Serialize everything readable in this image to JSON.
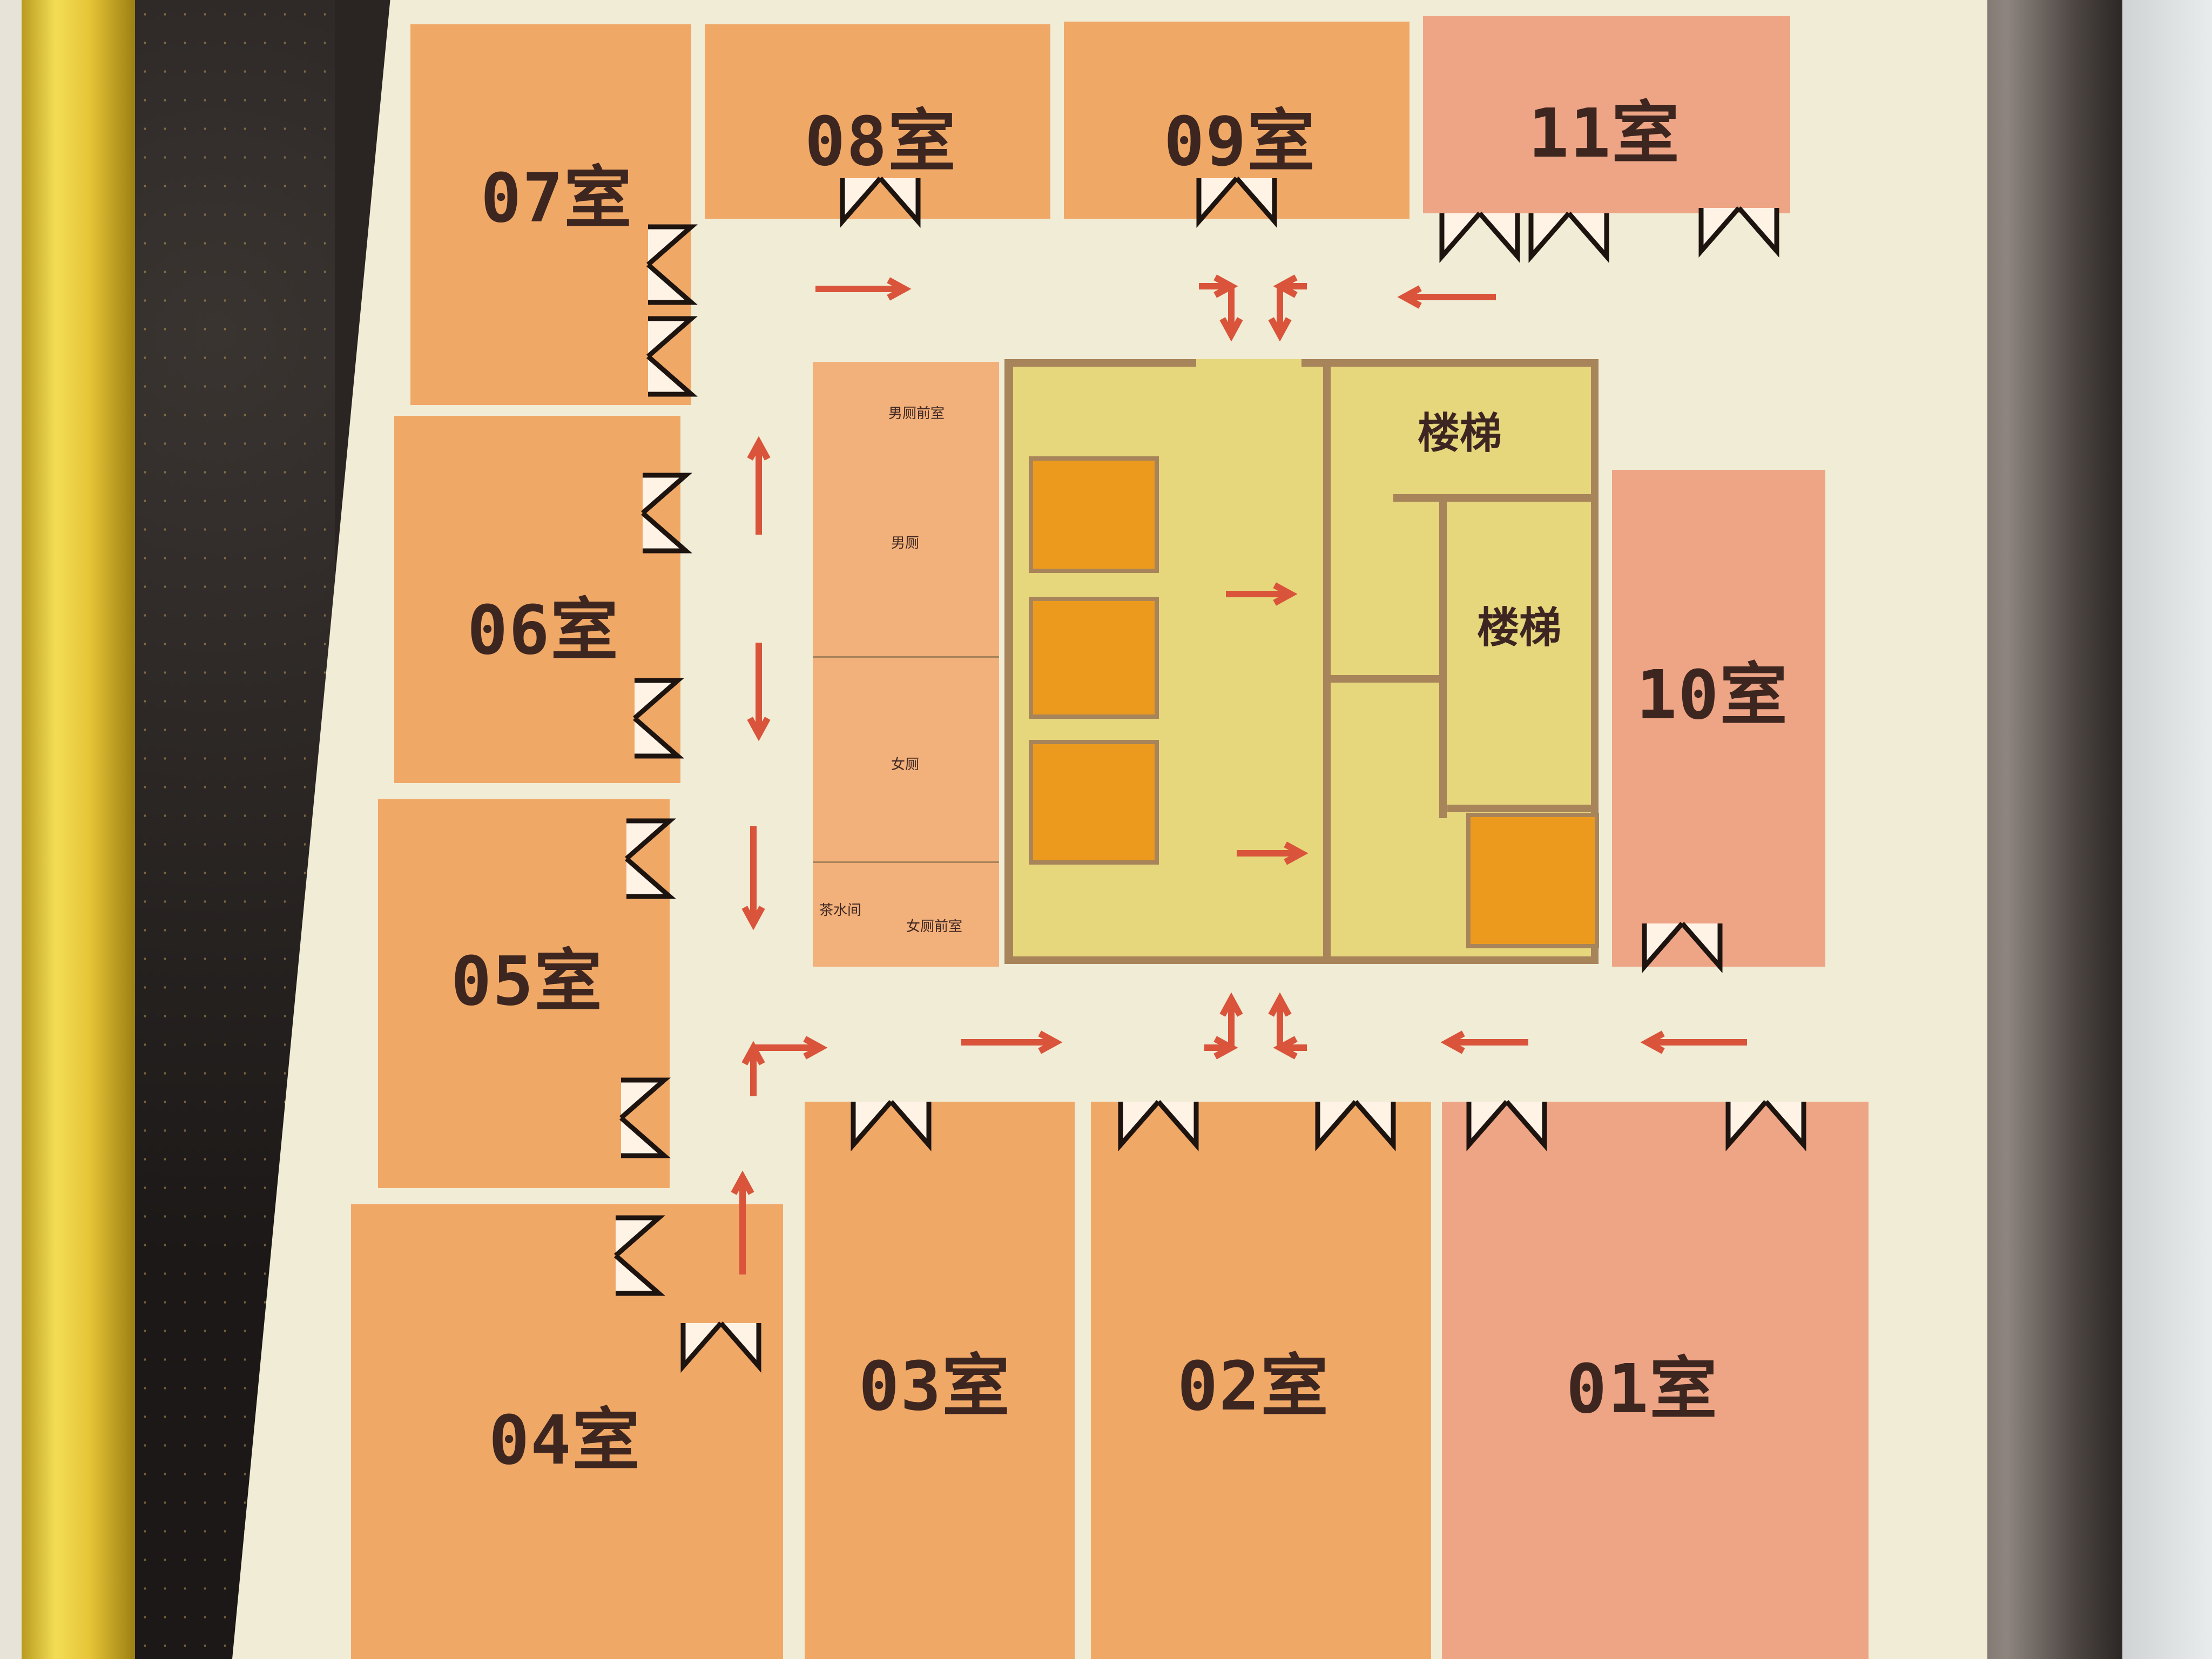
{
  "rooms": {
    "r01": "01室",
    "r02": "02室",
    "r03": "03室",
    "r04": "04室",
    "r05": "05室",
    "r06": "06室",
    "r07": "07室",
    "r08": "08室",
    "r09": "09室",
    "r10": "10室",
    "r11": "11室"
  },
  "core": {
    "stairs_1": "楼梯",
    "stairs_2": "楼梯",
    "mens_anteroom": "男厕前室",
    "mens_toilet": "男厕",
    "womens_toilet": "女厕",
    "tea_room": "茶水间",
    "womens_anteroom": "女厕前室"
  },
  "colors": {
    "room": "#f0a867",
    "room_pink": "#eea585",
    "corridor": "#f1ecd6",
    "core": "#e6d67c",
    "elevator": "#ec9a1e",
    "wall": "#a8845a",
    "arrow": "#d9543a",
    "text": "#3e2620"
  },
  "icons": {
    "door": "double-door-icon",
    "arrow": "evacuation-arrow-icon"
  }
}
